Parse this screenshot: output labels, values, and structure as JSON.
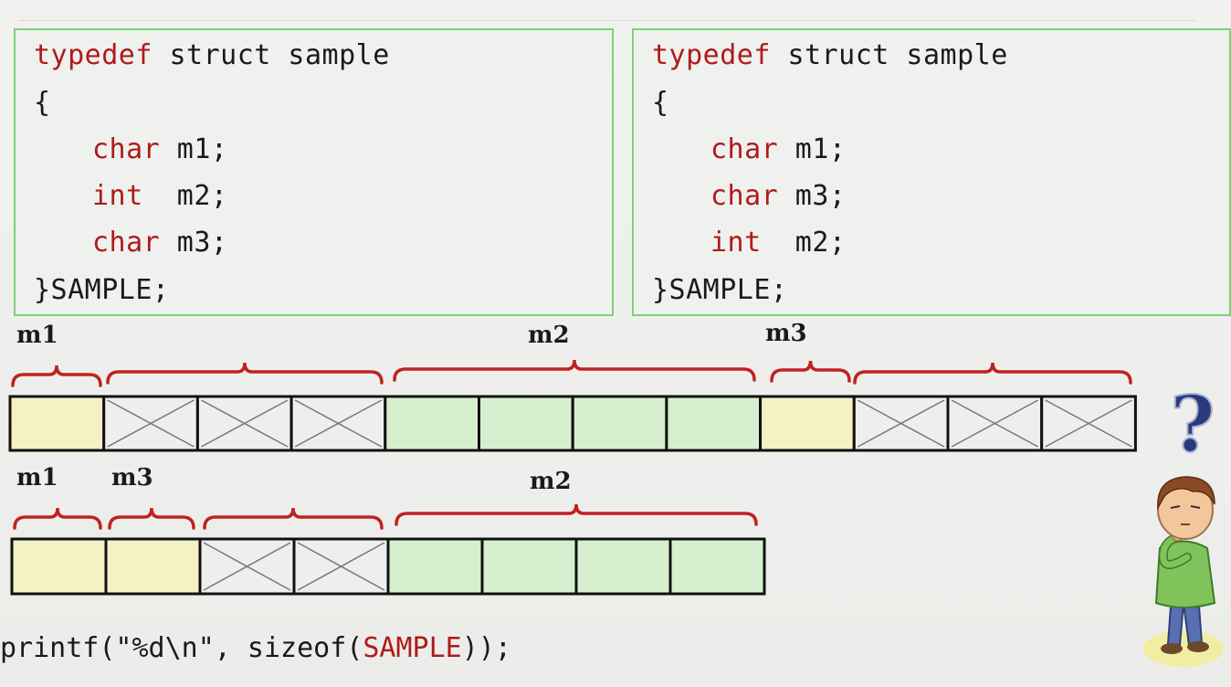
{
  "left_code": {
    "line1_kw": "typedef",
    "line1_rest": " struct sample",
    "line2": "{",
    "line3_kw": "char",
    "line3_rest": " m1;",
    "line4_kw": "int",
    "line4_rest": "  m2;",
    "line5_kw": "char",
    "line5_rest": " m3;",
    "line6": "}SAMPLE;"
  },
  "right_code": {
    "line1_kw": "typedef",
    "line1_rest": " struct sample",
    "line2": "{",
    "line3_kw": "char",
    "line3_rest": " m1;",
    "line4_kw": "char",
    "line4_rest": " m3;",
    "line5_kw": "int",
    "line5_rest": "  m2;",
    "line6": "}SAMPLE;"
  },
  "layout1": {
    "labels": [
      "m1",
      "m2",
      "m3"
    ],
    "cells": [
      "used",
      "pad",
      "pad",
      "pad",
      "int",
      "int",
      "int",
      "int",
      "used",
      "pad",
      "pad",
      "pad"
    ]
  },
  "layout2": {
    "labels": [
      "m1",
      "m3",
      "m2"
    ],
    "cells": [
      "used",
      "used",
      "pad",
      "pad",
      "int",
      "int",
      "int",
      "int"
    ]
  },
  "question_mark": "?",
  "printf": {
    "prefix": "printf(\"%d\\n\", sizeof(",
    "arg": "SAMPLE",
    "suffix": "));"
  },
  "colors": {
    "char_cell": "#f4f1c4",
    "int_cell": "#d6f0cf",
    "pad_cell": "#eeeeee",
    "brace": "#c0221f",
    "box_border": "#7fd07a",
    "keyword": "#b01a1a",
    "question": "#2b3a7c"
  }
}
